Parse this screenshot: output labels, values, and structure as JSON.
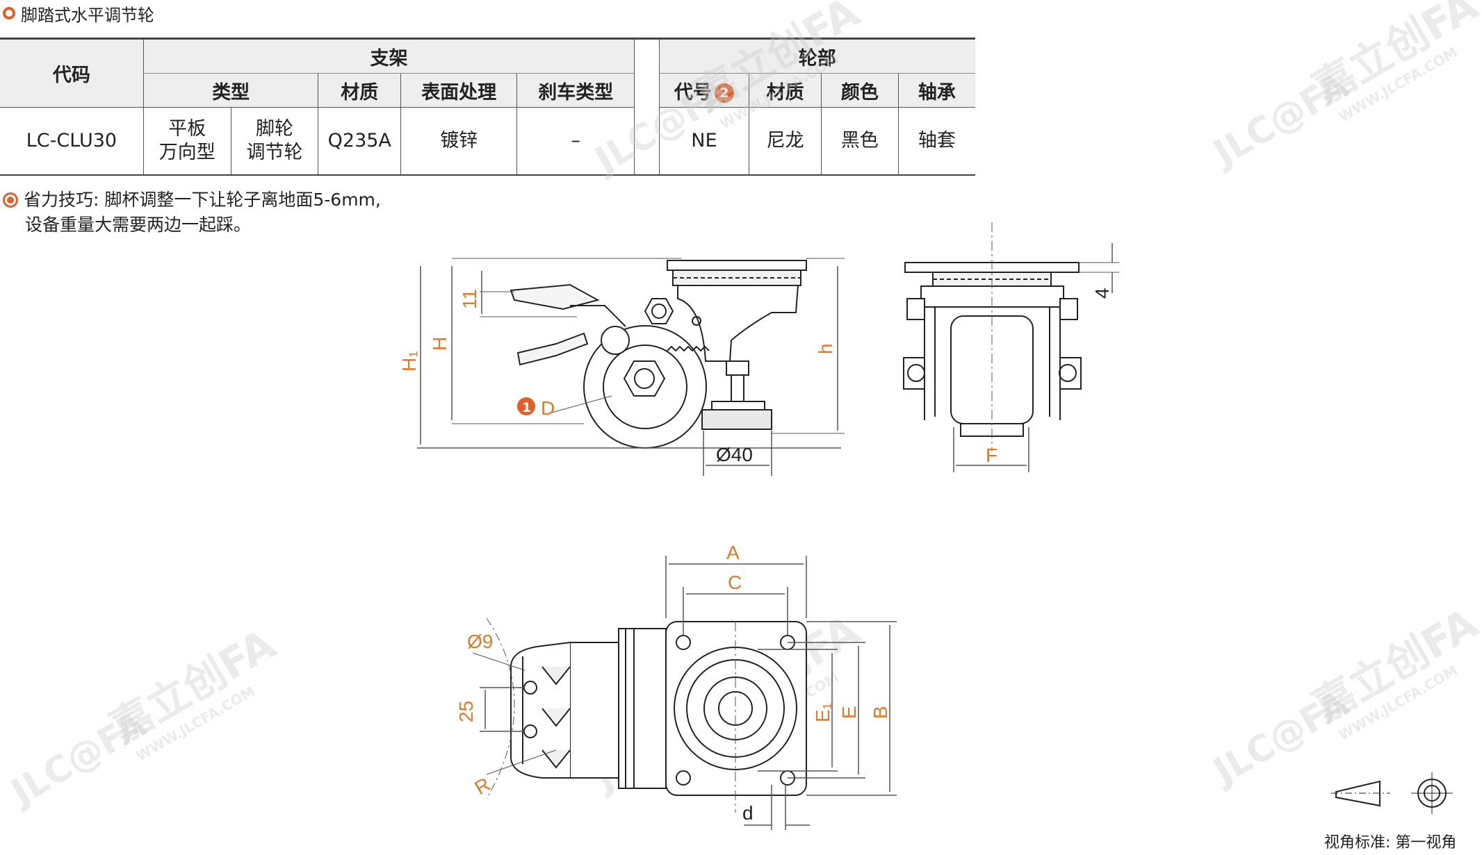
{
  "title": "脚踏式水平调节轮",
  "watermark": {
    "brand": "嘉立创FA",
    "logo": "JLC@FA",
    "url": "WWW.JLCFA.COM"
  },
  "table": {
    "code_header": "代码",
    "bracket_header": "支架",
    "wheel_header": "轮部",
    "bracket_cols": [
      "类型",
      "材质",
      "表面处理",
      "刹车类型"
    ],
    "wheel_cols": [
      "代号",
      "材质",
      "颜色",
      "轴承"
    ],
    "wheel_code_badge": "2",
    "row": {
      "code": "LC-CLU30",
      "type_1a": "平板",
      "type_1b": "万向型",
      "type_2a": "脚轮",
      "type_2b": "调节轮",
      "material": "Q235A",
      "surface": "镀锌",
      "brake": "–",
      "wheel_code": "NE",
      "wheel_material": "尼龙",
      "wheel_color": "黑色",
      "bearing": "轴套"
    }
  },
  "tip": {
    "line1": "省力技巧: 脚杯调整一下让轮子离地面5-6mm,",
    "line2": "设备重量大需要两边一起踩。"
  },
  "dims": {
    "H1": "H₁",
    "H": "H",
    "d11": "11",
    "D": "D",
    "D_badge": "1",
    "h": "h",
    "d40": "Ø40",
    "d4": "4",
    "F": "F",
    "A": "A",
    "C": "C",
    "d9": "Ø9",
    "d25": "25",
    "R": "R",
    "E1": "E₁",
    "E": "E",
    "B": "B",
    "d": "d"
  },
  "projection_label": "视角标准: 第一视角",
  "colors": {
    "accent": "#e0602a",
    "code_blue": "#2d6aa6",
    "dim_orange": "#e07a2a"
  }
}
